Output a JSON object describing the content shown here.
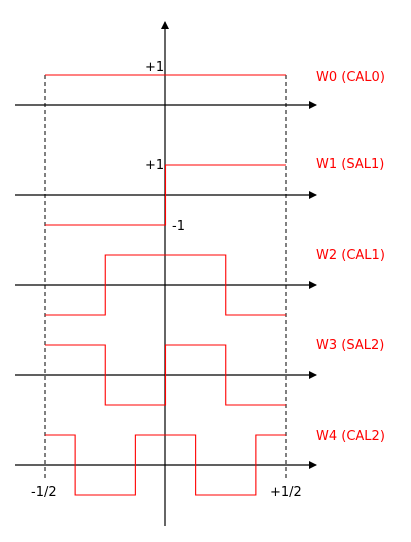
{
  "colors": {
    "axis": "#000000",
    "wave": "#ff0000",
    "background": "#ffffff"
  },
  "labels": {
    "plus_one_top": "+1",
    "plus_one_w1": "+1",
    "minus_one_w1": "-1",
    "x_min": "-1/2",
    "x_max": "+1/2"
  },
  "waveforms": [
    {
      "label": "W0 (CAL0)",
      "breaks": [],
      "start": 1
    },
    {
      "label": "W1 (SAL1)",
      "breaks": [
        0
      ],
      "start": -1
    },
    {
      "label": "W2 (CAL1)",
      "breaks": [
        -0.25,
        0.25
      ],
      "start": -1
    },
    {
      "label": "W3 (SAL2)",
      "breaks": [
        -0.25,
        0,
        0.25
      ],
      "start": 1
    },
    {
      "label": "W4 (CAL2)",
      "breaks": [
        -0.375,
        -0.125,
        0.125,
        0.375
      ],
      "start": 1
    }
  ]
}
